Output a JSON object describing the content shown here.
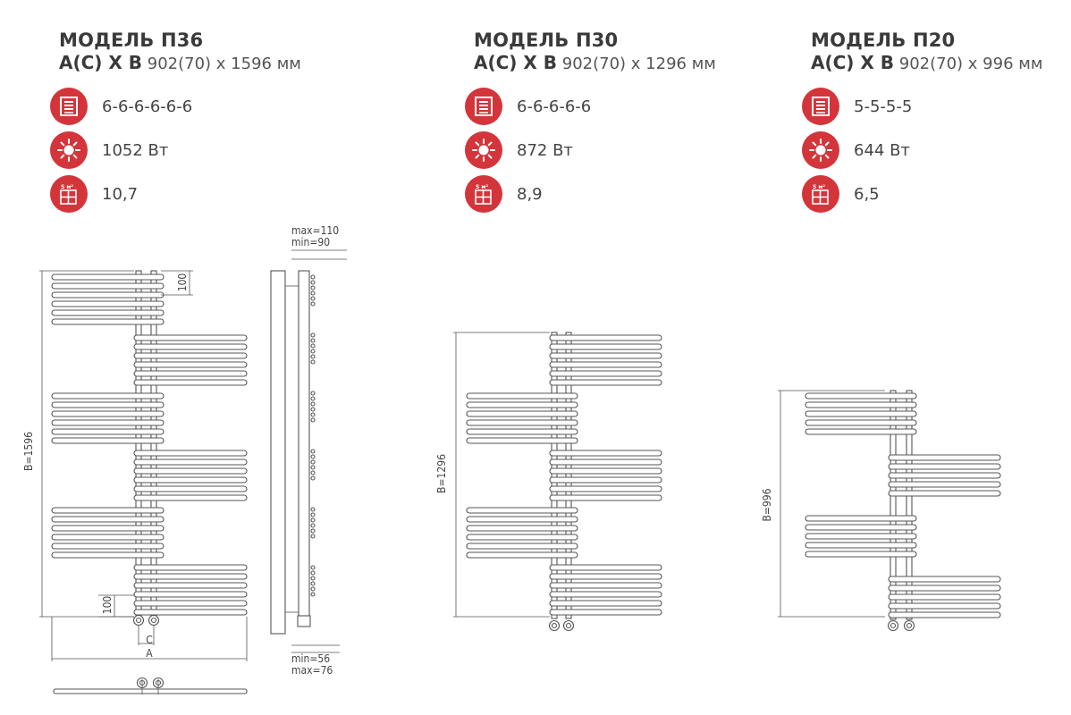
{
  "models": [
    {
      "title": "МОДЕЛЬ П36",
      "dims_label": "А(С) Х В",
      "dims_value": "902(70) х 1596 мм",
      "sections": "6-6-6-6-6-6",
      "power": "1052 Вт",
      "area": "10,7",
      "height_label": "В=1596"
    },
    {
      "title": "МОДЕЛЬ П30",
      "dims_label": "А(С) Х В",
      "dims_value": "902(70) х 1296 мм",
      "sections": "6-6-6-6-6",
      "power": "872 Вт",
      "area": "8,9",
      "height_label": "В=1296"
    },
    {
      "title": "МОДЕЛЬ П20",
      "dims_label": "А(С) Х В",
      "dims_value": "902(70) х 996 мм",
      "sections": "5-5-5-5",
      "power": "644 Вт",
      "area": "6,5",
      "height_label": "В=996"
    }
  ],
  "side_view": {
    "top_max": "max=110",
    "top_min": "min=90",
    "bottom_min": "min=56",
    "bottom_max": "max=76"
  },
  "dimension_labels": {
    "spacing_top": "100",
    "spacing_bottom": "100",
    "c_label": "C",
    "a_label": "A"
  },
  "icons": {
    "sections": "sections-icon",
    "power": "sun-icon",
    "area": "area-grid-icon",
    "area_badge": "S м²"
  },
  "colors": {
    "accent": "#d3353a",
    "line": "#555555",
    "text": "#3a3a3a"
  }
}
